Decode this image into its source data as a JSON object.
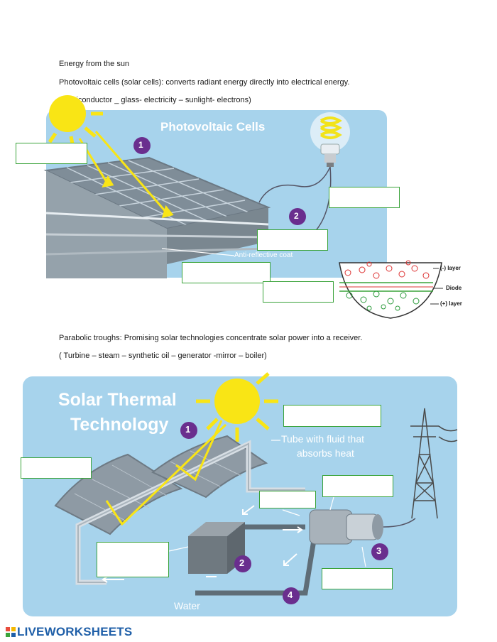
{
  "worksheet": {
    "heading": "Energy from the sun",
    "pv_definition": "Photovoltaic cells (solar cells): converts radiant energy directly into electrical energy.",
    "pv_word_bank": "(semiconductor _ glass- electricity – sunlight- electrons)",
    "trough_definition": "Parabolic troughs: Promising solar technologies concentrate solar power into a receiver.",
    "trough_word_bank": "( Turbine – steam – synthetic oil – generator -mirror – boiler)"
  },
  "pv_diagram": {
    "title": "Photovoltaic Cells",
    "coat_label": "Anti-reflective coat",
    "neg_layer": "(-) layer",
    "diode": "Diode",
    "pos_layer": "(+) layer",
    "step1": "1",
    "step2": "2"
  },
  "thermal_diagram": {
    "title_line1": "Solar Thermal",
    "title_line2": "Technology",
    "tube_line1": "Tube with fluid that",
    "tube_line2": "absorbs heat",
    "water": "Water",
    "step1": "1",
    "step2": "2",
    "step3": "3",
    "step4": "4"
  },
  "footer": {
    "brand": "LIVEWORKSHEETS"
  },
  "colors": {
    "sky": "#a7d3ec",
    "sun": "#f9e515",
    "badge": "#6a2e8e",
    "answer_border": "#3aa33a"
  }
}
